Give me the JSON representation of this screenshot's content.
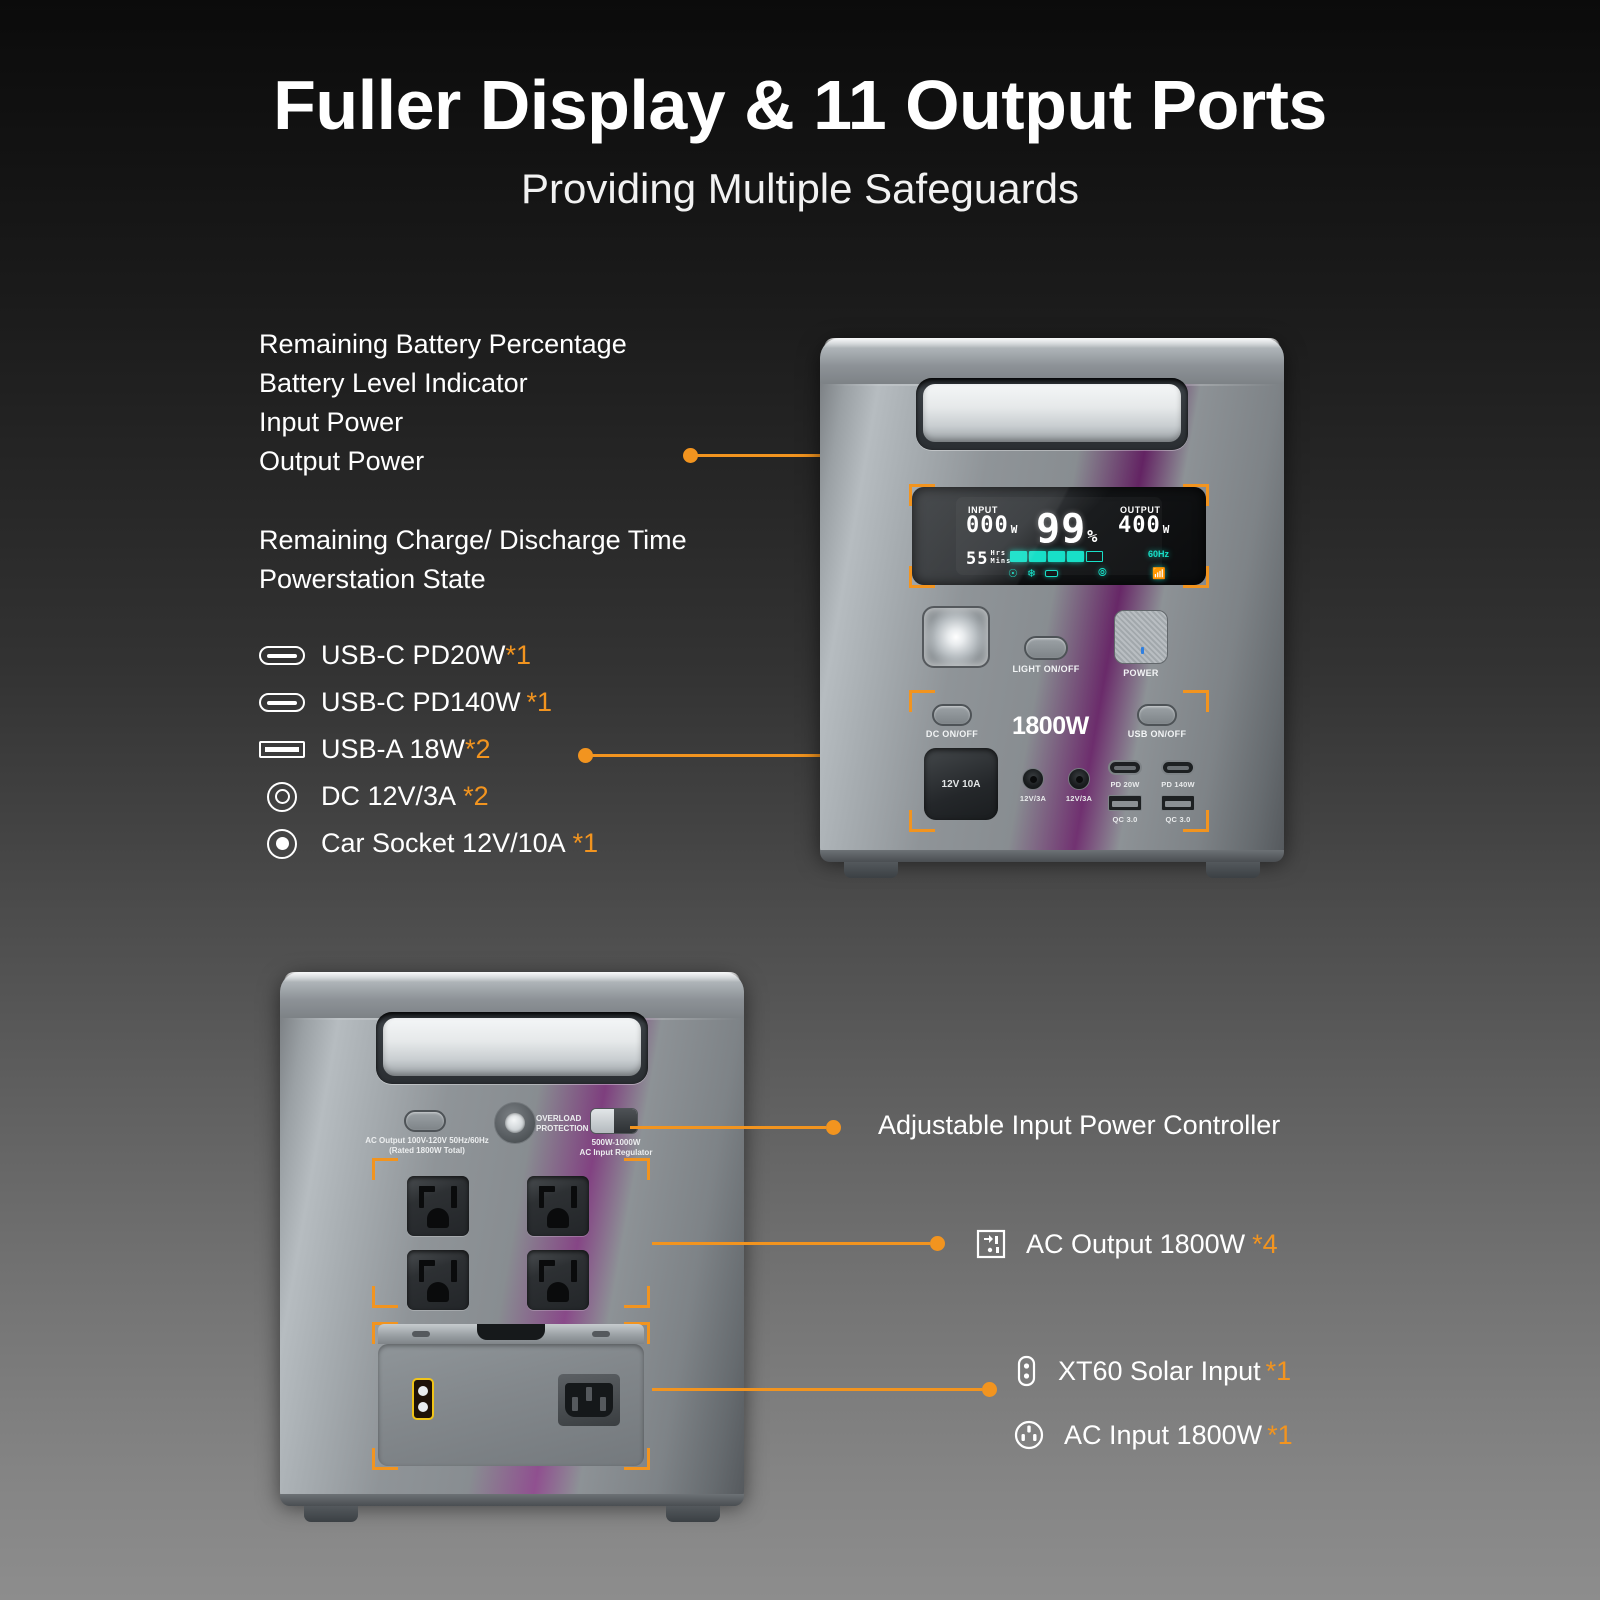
{
  "header": {
    "title": "Fuller Display  & 11 Output Ports",
    "subtitle": "Providing Multiple Safeguards"
  },
  "colors": {
    "accent": "#f2941f",
    "lcd_cyan": "#18e0c8",
    "text": "#ffffff",
    "bg_top": "#0b0b0b",
    "bg_bottom": "#8d8d8d"
  },
  "display_callouts": {
    "group1": [
      "Remaining Battery Percentage",
      "Battery Level Indicator",
      "Input Power",
      "Output Power"
    ],
    "group2": [
      "Remaining Charge/ Discharge Time",
      "Powerstation State"
    ]
  },
  "port_list": [
    {
      "icon": "usb-c-icon",
      "label": "USB-C PD20W",
      "qty": "*1"
    },
    {
      "icon": "usb-c-icon",
      "label": "USB-C PD140W",
      "qty": "*1"
    },
    {
      "icon": "usb-a-icon",
      "label": "USB-A 18W",
      "qty": "*2"
    },
    {
      "icon": "dc-barrel-icon",
      "label": "DC 12V/3A",
      "qty": "*2"
    },
    {
      "icon": "car-socket-icon",
      "label": "Car Socket 12V/10A",
      "qty": "*1"
    }
  ],
  "rear_callouts": [
    {
      "icon": null,
      "label": "Adjustable Input Power Controller",
      "qty": ""
    },
    {
      "icon": "ac-outlet-icon",
      "label": "AC Output 1800W",
      "qty": "*4"
    },
    {
      "icon": "xt60-icon",
      "label": "XT60 Solar Input",
      "qty": "*1"
    },
    {
      "icon": "ac-input-plug-icon",
      "label": "AC Input 1800W",
      "qty": "*1"
    }
  ],
  "front_unit": {
    "lcd": {
      "input_label": "INPUT",
      "input_value": "000",
      "input_unit": "W",
      "percent": "99",
      "percent_unit": "%",
      "output_label": "OUTPUT",
      "output_value": "400",
      "output_unit": "W",
      "time_value": "55",
      "time_unit_1": "Hrs",
      "time_unit_2": "Mins",
      "frequency": "60Hz",
      "battery_cells_filled": 4,
      "battery_cells_total": 5,
      "status_icons": [
        "fan-icon",
        "snowflake-icon",
        "battery-icon",
        "timer-icon",
        "bluetooth-icon"
      ]
    },
    "controls": [
      {
        "name": "light-button",
        "label": "LIGHT ON/OFF"
      },
      {
        "name": "power-button",
        "label": "POWER"
      }
    ],
    "port_panel": {
      "dc_switch_label": "DC ON/OFF",
      "usb_switch_label": "USB ON/OFF",
      "rating": "1800W",
      "car_socket": "12V 10A",
      "dc_jack_1": "12V/3A",
      "dc_jack_2": "12V/3A",
      "usbc_1": "PD 20W",
      "usbc_2": "PD 140W",
      "usba_1": "QC 3.0",
      "usba_2": "QC 3.0"
    }
  },
  "rear_unit": {
    "top_strip": {
      "ac_output_label_line1": "AC Output 100V-120V 50Hz/60Hz",
      "ac_output_label_line2": "(Rated 1800W Total)",
      "overload_line1": "OVERLOAD",
      "overload_line2": "PROTECTION",
      "regulator_line1": "500W-1000W",
      "regulator_line2": "AC Input Regulator"
    },
    "outlet_count": 4
  }
}
